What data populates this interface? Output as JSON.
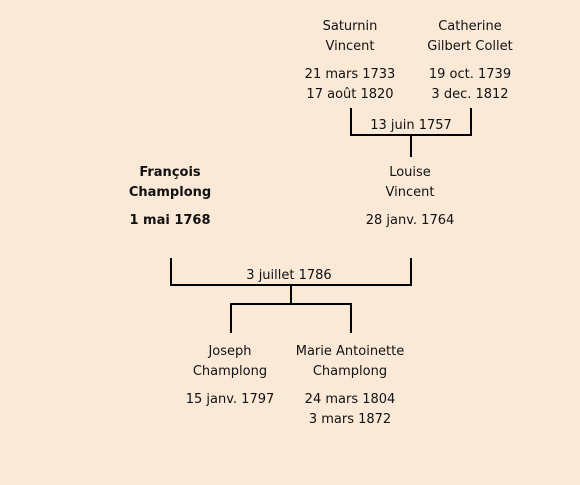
{
  "persons": {
    "saturnin": {
      "name1": "Saturnin",
      "name2": "Vincent",
      "birth": "21 mars 1733",
      "death": "17 août 1820"
    },
    "catherine": {
      "name1": "Catherine",
      "name2": "Gilbert Collet",
      "birth": "19 oct. 1739",
      "death": "3 dec. 1812"
    },
    "francois": {
      "name1": "François",
      "name2": "Champlong",
      "birth": "1 mai 1768"
    },
    "louise": {
      "name1": "Louise",
      "name2": "Vincent",
      "birth": "28 janv. 1764"
    },
    "joseph": {
      "name1": "Joseph",
      "name2": "Champlong",
      "birth": "15 janv. 1797"
    },
    "marie": {
      "name1": "Marie Antoinette",
      "name2": "Champlong",
      "birth": "24 mars 1804",
      "death": "3 mars 1872"
    }
  },
  "unions": {
    "saturnin_catherine": "13 juin 1757",
    "francois_louise": "3 juillet 1786"
  }
}
